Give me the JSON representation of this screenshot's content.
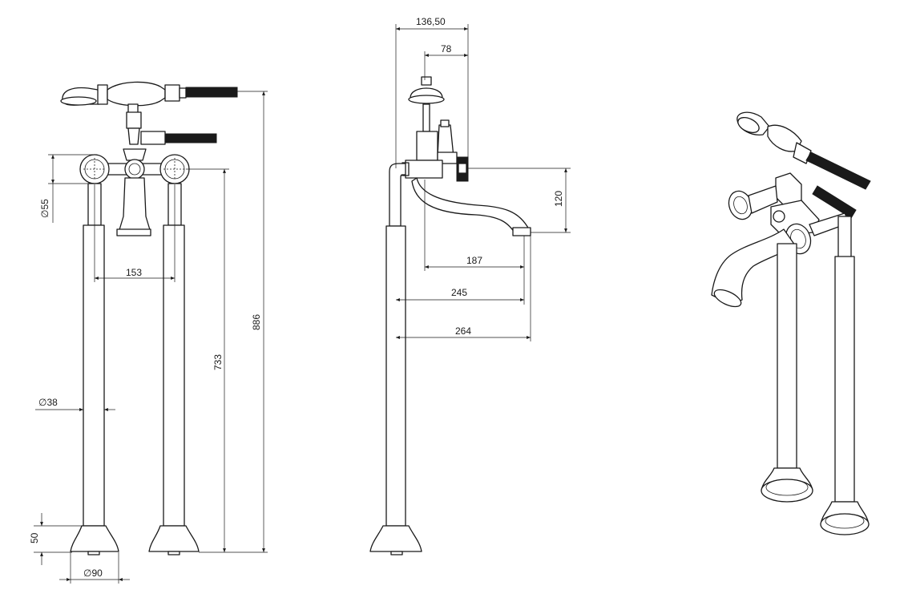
{
  "diagram": {
    "front_view": {
      "dim_diameter_55": "55",
      "dim_width_153": "153",
      "dim_diameter_38": "38",
      "dim_height_733": "733",
      "dim_height_886": "886",
      "dim_base_height_50": "50",
      "dim_diameter_90": "90"
    },
    "side_view": {
      "dim_136_50": "136,50",
      "dim_78": "78",
      "dim_120": "120",
      "dim_187": "187",
      "dim_245": "245",
      "dim_264": "264"
    },
    "diameter_symbol": "∅"
  }
}
